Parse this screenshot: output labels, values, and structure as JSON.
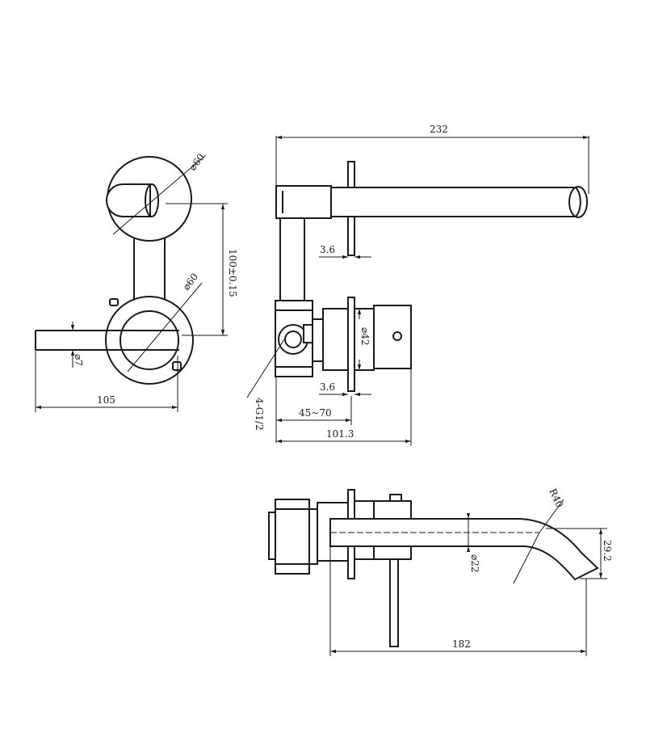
{
  "views": {
    "front": {
      "dims": {
        "dia_top": "⌀60",
        "dia_bottom": "⌀60",
        "spacing": "100±0.15",
        "lever_dia": "⌀7",
        "width": "105"
      }
    },
    "side": {
      "dims": {
        "total_length": "232",
        "plate_top": "3.6",
        "plate_bottom": "3.6",
        "body_dia": "⌀42",
        "connection": "4-G1/2",
        "depth_range": "45~70",
        "depth": "101.3"
      }
    },
    "bottom": {
      "dims": {
        "radius": "R40",
        "tip": "29.2",
        "spout_dia": "⌀22",
        "length": "182"
      }
    }
  }
}
